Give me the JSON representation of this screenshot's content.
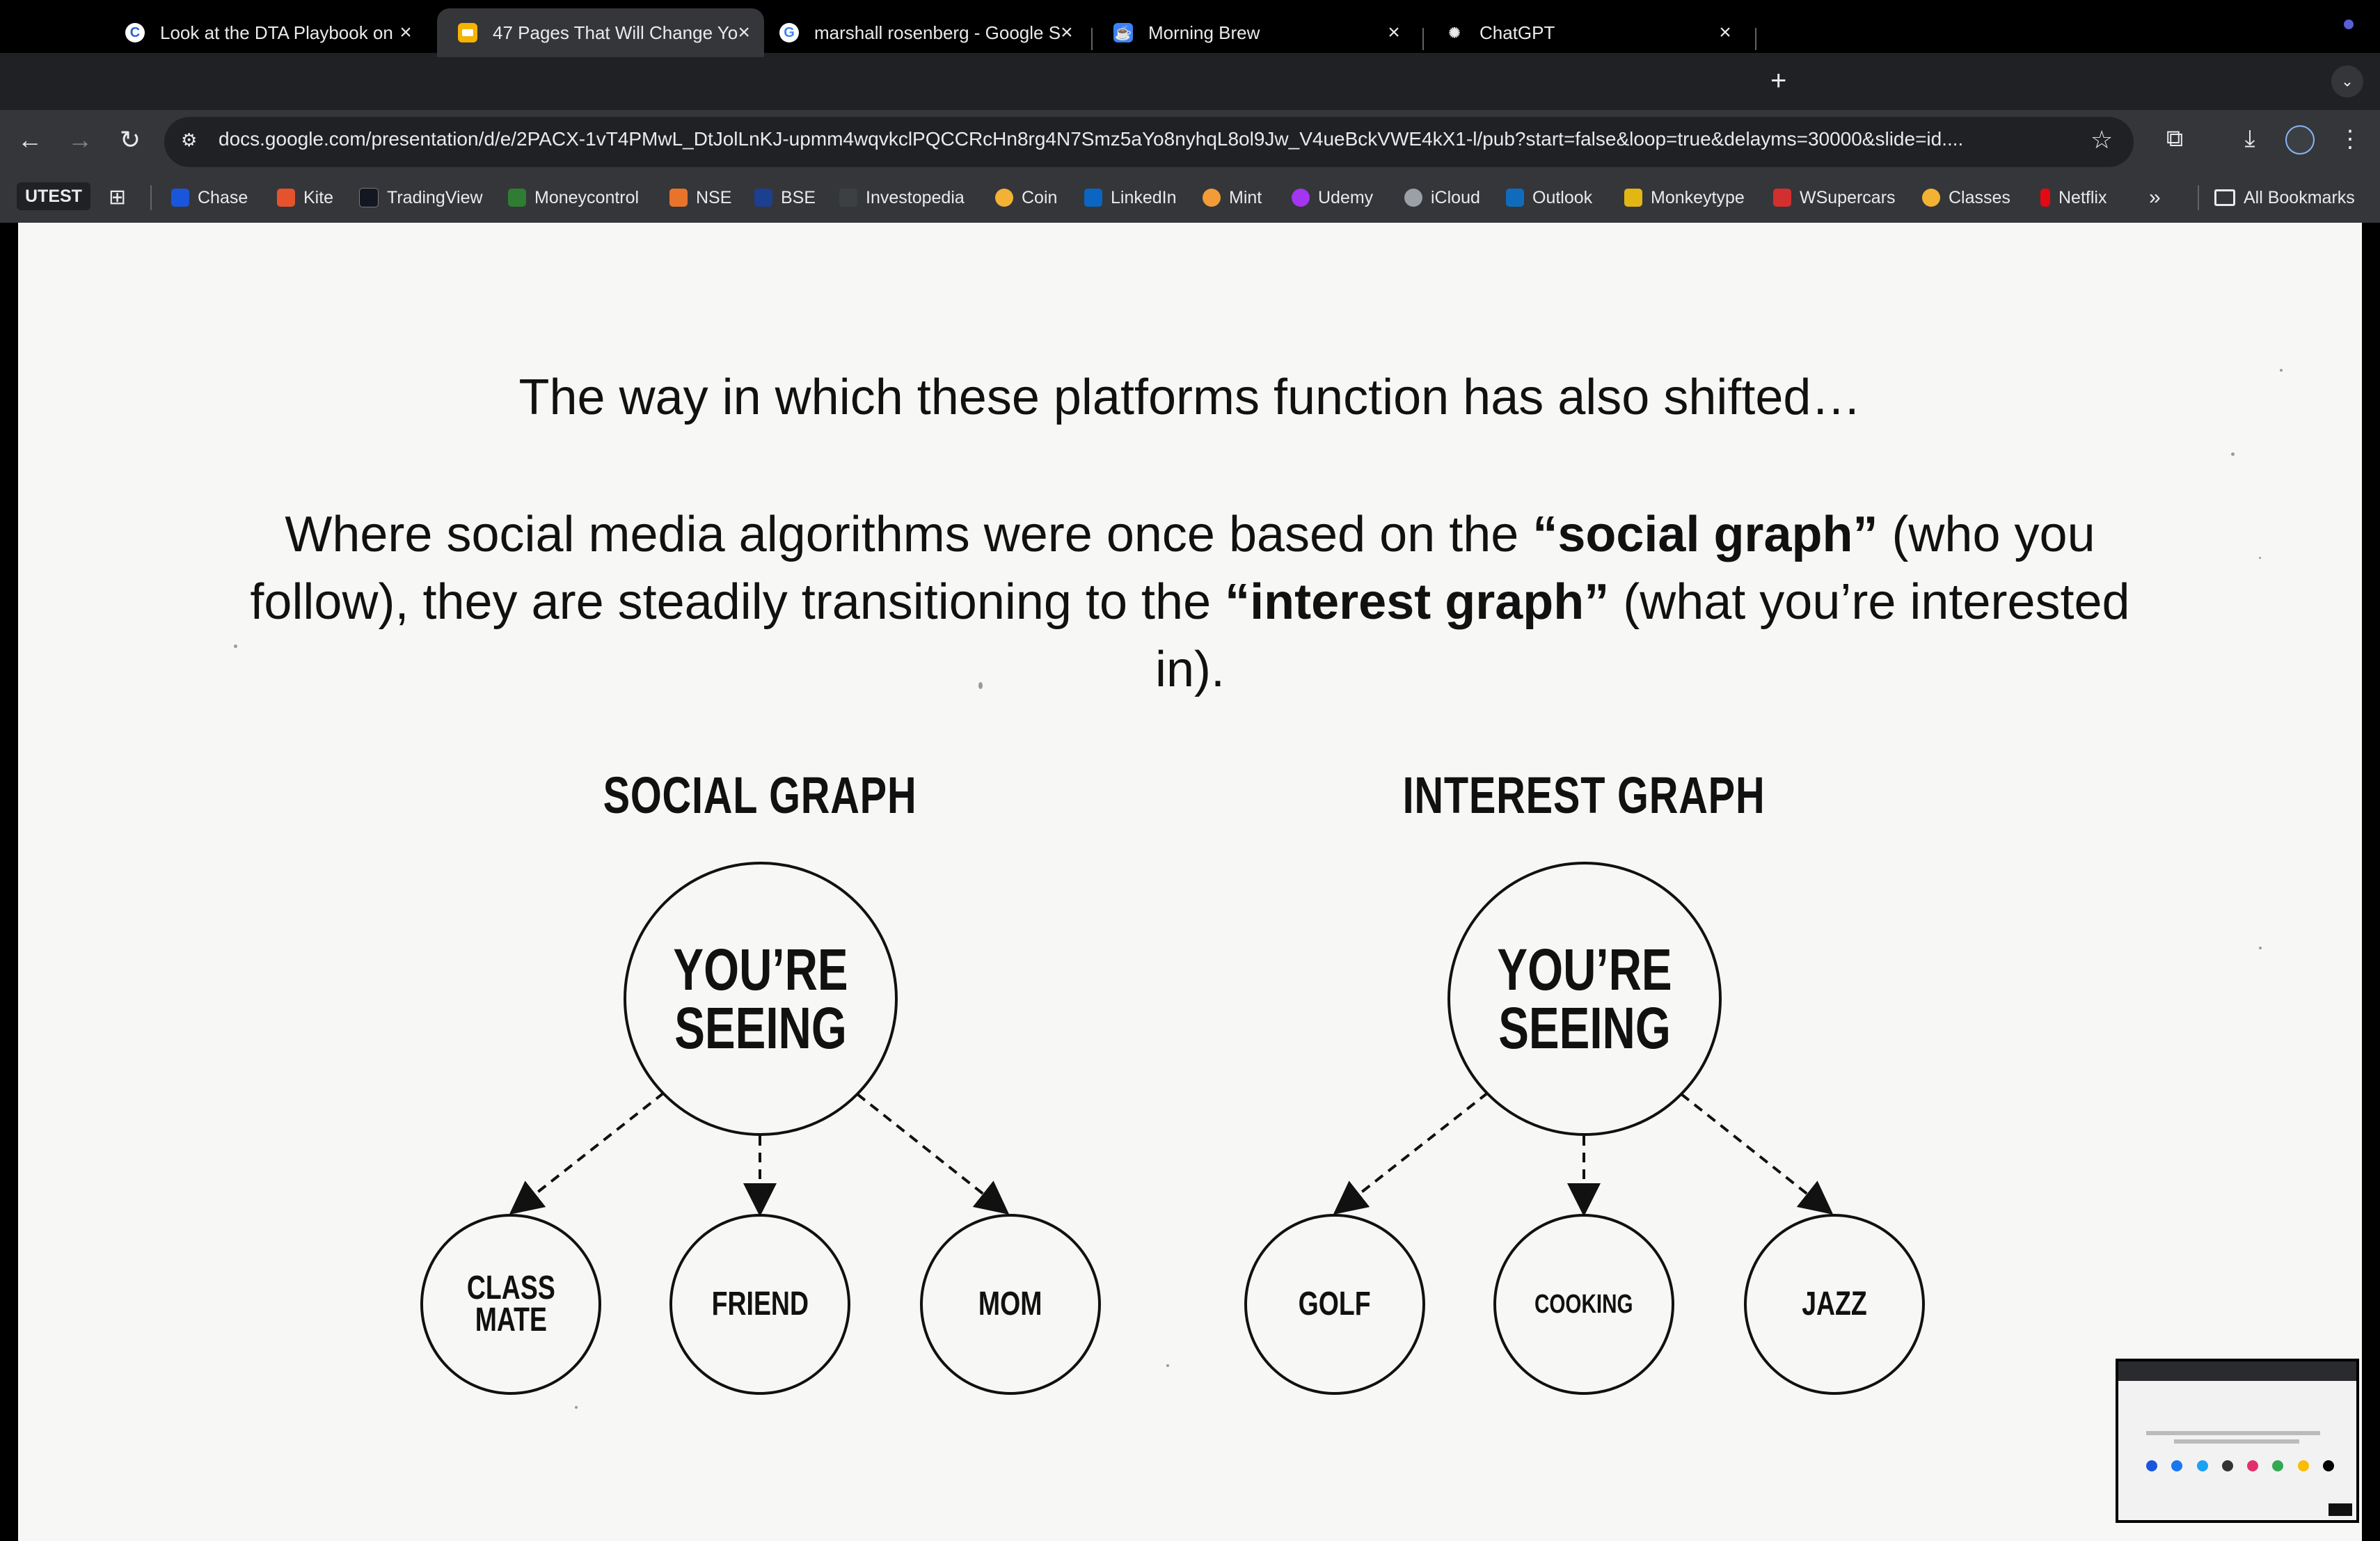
{
  "browser": {
    "tabs": [
      {
        "title": "Look at the DTA Playbook on",
        "favicon": "C",
        "favicon_color": "#2d63c8",
        "active": false
      },
      {
        "title": "47 Pages That Will Change Yo",
        "favicon": "slides",
        "favicon_color": "#f4b400",
        "active": true
      },
      {
        "title": "marshall rosenberg - Google S",
        "favicon": "G",
        "favicon_color": "#ffffff",
        "active": false
      },
      {
        "title": "Morning Brew",
        "favicon": "brew",
        "favicon_color": "#3b82f6",
        "active": false
      },
      {
        "title": "ChatGPT",
        "favicon": "gpt",
        "favicon_color": "#e8eaed",
        "active": false
      }
    ],
    "url": "docs.google.com/presentation/d/e/2PACX-1vT4PMwL_DtJolLnKJ-upmm4wqvkclPQCCRcHn8rg4N7Smz5aYo8nyhqL8ol9Jw_V4ueBckVWE4kX1-l/pub?start=false&loop=true&delayms=30000&slide=id....",
    "bookmarks": {
      "utest": "UTEST",
      "items": [
        {
          "label": "Chase",
          "color": "#1a56db"
        },
        {
          "label": "Kite",
          "color": "#e5532d"
        },
        {
          "label": "TradingView",
          "color": "#131722"
        },
        {
          "label": "Moneycontrol",
          "color": "#2e7d32"
        },
        {
          "label": "NSE",
          "color": "#e8742b"
        },
        {
          "label": "BSE",
          "color": "#1d3f8f"
        },
        {
          "label": "Investopedia",
          "color": "#3c4043"
        },
        {
          "label": "Coin",
          "color": "#f2b233"
        },
        {
          "label": "LinkedIn",
          "color": "#0a66c2"
        },
        {
          "label": "Mint",
          "color": "#f29c38"
        },
        {
          "label": "Udemy",
          "color": "#a435f0"
        },
        {
          "label": "iCloud",
          "color": "#9aa0a6"
        },
        {
          "label": "Outlook",
          "color": "#0f6cbd"
        },
        {
          "label": "Monkeytype",
          "color": "#e2b714"
        },
        {
          "label": "WSupercars",
          "color": "#d32f2f"
        },
        {
          "label": "Classes",
          "color": "#f2b233"
        },
        {
          "label": "Netflix",
          "color": "#e50914"
        }
      ],
      "overflow": "»",
      "all_bookmarks": "All Bookmarks"
    }
  },
  "slide": {
    "line1": "The way in which these platforms function has also shifted…",
    "para": {
      "p1": "Where social media algorithms were once based on the ",
      "b1": "“social graph”",
      "p2": " (who you follow), they are steadily transitioning to the ",
      "b2": "“interest graph”",
      "p3": " (what you’re interested in)."
    },
    "social_graph": {
      "title": "SOCIAL GRAPH",
      "center": "YOU’RE\nSEEING",
      "nodes": [
        "CLASS\nMATE",
        "FRIEND",
        "MOM"
      ]
    },
    "interest_graph": {
      "title": "INTEREST GRAPH",
      "center": "YOU’RE\nSEEING",
      "nodes": [
        "GOLF",
        "COOKING",
        "JAZZ"
      ]
    }
  }
}
